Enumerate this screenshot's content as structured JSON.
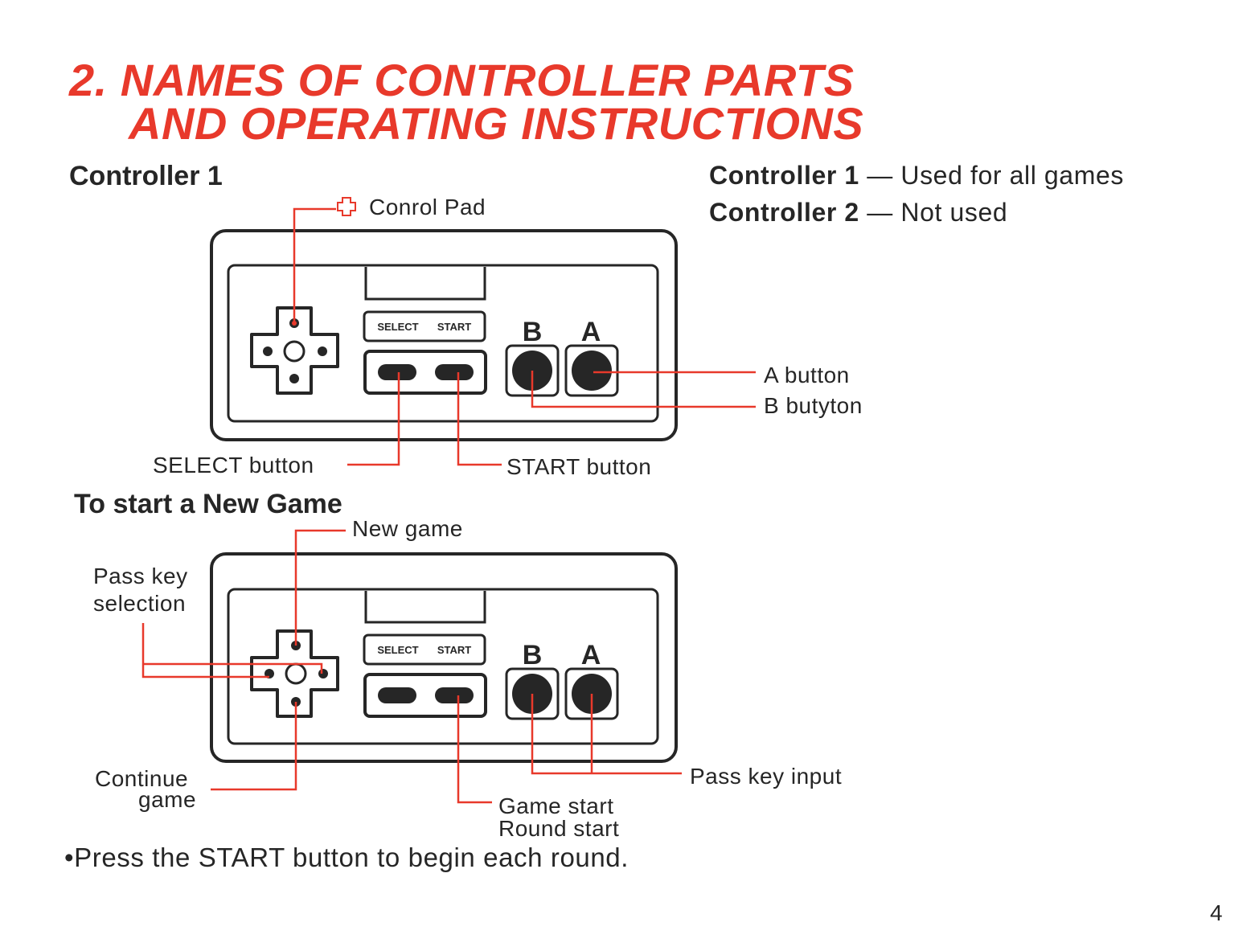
{
  "page": {
    "title_line1": "2. NAMES OF CONTROLLER PARTS",
    "title_line2": "AND OPERATING INSTRUCTIONS",
    "page_number": "4"
  },
  "controller1_section": {
    "heading": "Controller 1",
    "labels": {
      "control_pad": "Conrol Pad",
      "select_button": "SELECT button",
      "start_button": "START button",
      "a_button": "A button",
      "b_button": "B butyton"
    }
  },
  "usage": {
    "controller1_label": "Controller 1",
    "controller1_desc": "— Used for all games",
    "controller2_label": "Controller 2",
    "controller2_desc": "— Not used"
  },
  "new_game_section": {
    "heading_part1": "To start a",
    "heading_part2": "New Game",
    "labels": {
      "new_game": "New game",
      "pass_key_line1": "Pass key",
      "pass_key_line2": "selection",
      "continue_line1": "Continue",
      "continue_line2": "game",
      "game_start_line1": "Game start",
      "game_start_line2": "Round start",
      "pass_key_input": "Pass key input"
    }
  },
  "controller_markings": {
    "select": "SELECT",
    "start": "START",
    "b": "B",
    "a": "A"
  },
  "note": "•Press the START button to begin each round.",
  "colors": {
    "accent": "#e8392b",
    "ink": "#262626"
  }
}
